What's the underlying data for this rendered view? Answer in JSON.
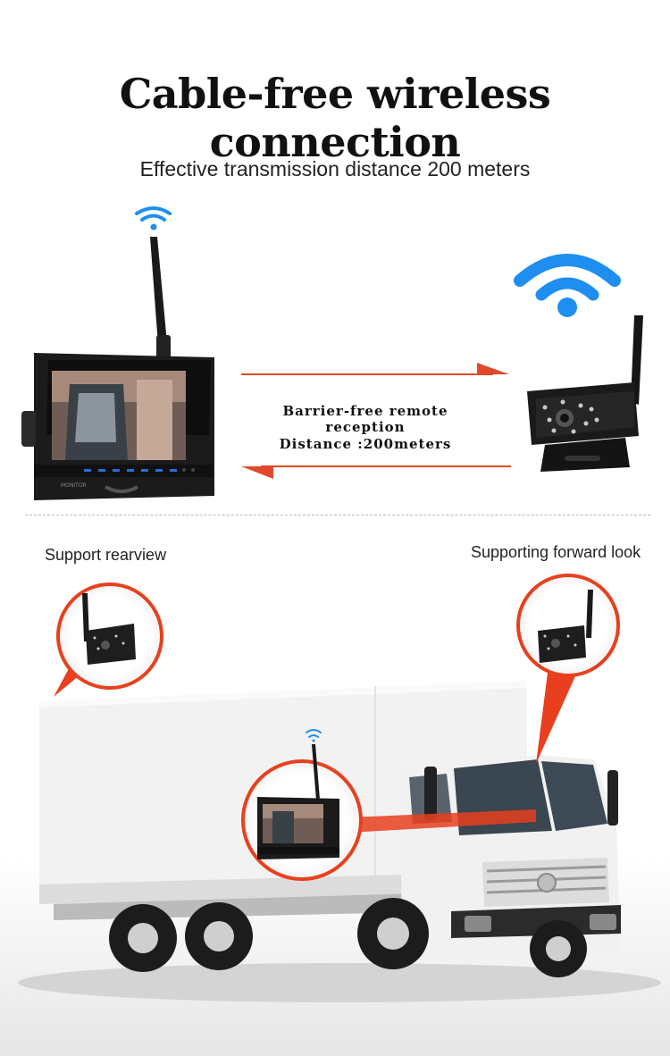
{
  "header": {
    "title": "Cable-free wireless connection",
    "subtitle": "Effective transmission distance  200 meters"
  },
  "transmission": {
    "reception_label": "Barrier-free remote reception",
    "distance_label": "Distance :200meters",
    "arrow_color": "#e04a2a"
  },
  "monitor": {
    "brand_label": "MONITOR"
  },
  "truck_section": {
    "rearview_label": "Support rearview",
    "forward_label": "Supporting forward look",
    "callout_color": "#e8401e"
  },
  "colors": {
    "wifi_blue": "#1e8ef0",
    "accent_red": "#e8401e"
  }
}
